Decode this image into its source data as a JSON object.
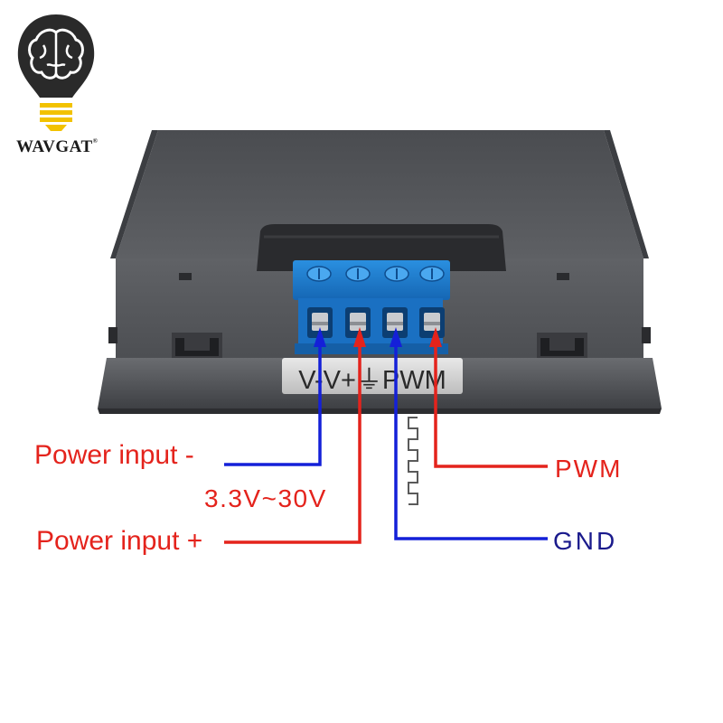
{
  "brand": {
    "name": "WAVGAT",
    "reg_mark": "®"
  },
  "terminal": {
    "strip_text": "V-V+⏚PWM"
  },
  "labels": {
    "power_minus": "Power input -",
    "voltage_range": "3.3V~30V",
    "power_plus": "Power input +",
    "pwm": "PWM",
    "gnd": "GND"
  },
  "colors": {
    "wire_blue": "#1420d8",
    "wire_red": "#e4231c",
    "label_red": "#e4231c",
    "label_blue": "#1a1a8c",
    "terminal_blue": "#1d7fd0",
    "housing": "#54565a",
    "logo_dark": "#2a2a2a",
    "logo_yellow": "#f2c200"
  }
}
